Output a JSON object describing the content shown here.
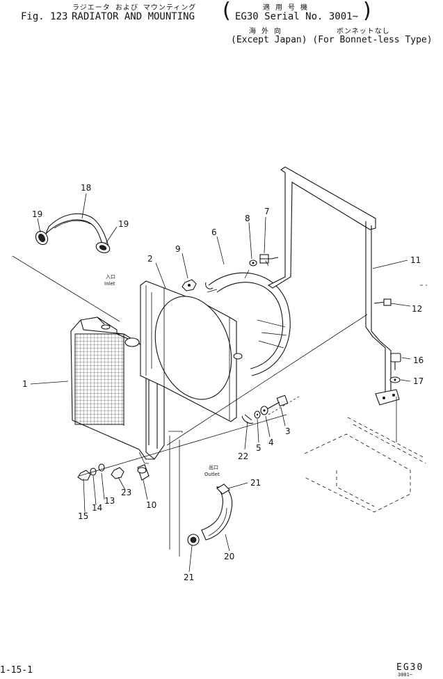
{
  "header": {
    "fig_label": "Fig. 123",
    "title_jp": "ラジエータ および マウンティング",
    "title_en": "RADIATOR AND MOUNTING",
    "applicable_jp": "適 用 号 機",
    "model_serial": "EG30 Serial No. 3001~",
    "overseas_jp": "海 外 向",
    "bonnetless_jp": "ボンネットなし",
    "except_note": "(Except Japan) (For Bonnet-less Type)"
  },
  "diagram": {
    "callouts": [
      "1",
      "2",
      "3",
      "4",
      "5",
      "6",
      "7",
      "8",
      "9",
      "10",
      "11",
      "12",
      "13",
      "14",
      "15",
      "16",
      "17",
      "18",
      "19",
      "19",
      "20",
      "21",
      "21",
      "22",
      "23"
    ],
    "inlet_jp": "入口",
    "inlet_en": "Inlet",
    "outlet_jp": "出口",
    "outlet_en": "Outlet"
  },
  "footer": {
    "page_code": "1-15-1",
    "model": "EG30",
    "serial_small": "3001~"
  }
}
